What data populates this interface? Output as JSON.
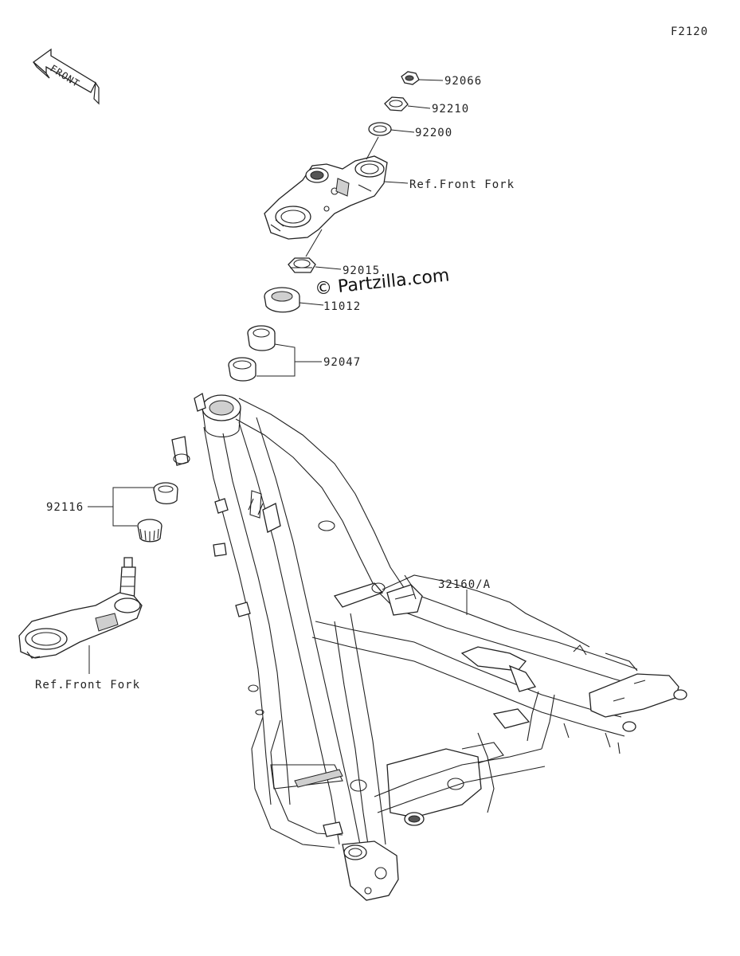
{
  "diagram_id": "F2120",
  "front_arrow_label": "FRONT",
  "watermark": "© Partzilla.com",
  "parts": {
    "p92066": "92066",
    "p92210": "92210",
    "p92200": "92200",
    "ref_fork_top": "Ref.Front Fork",
    "p92015": "92015",
    "p11012": "11012",
    "p92047": "92047",
    "p92116": "92116",
    "ref_fork_bottom": "Ref.Front Fork",
    "p32160": "32160/A"
  }
}
